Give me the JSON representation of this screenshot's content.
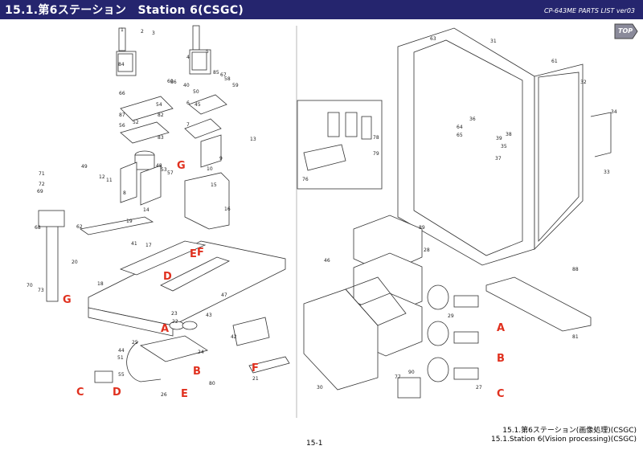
{
  "header": {
    "title": "15.1.第6ステーション　Station 6(CSGC)",
    "doc_label": "CP-643ME PARTS LIST ver03"
  },
  "top_button": {
    "label": "TOP"
  },
  "section_letters": [
    "A",
    "B",
    "C",
    "D",
    "E",
    "F",
    "G"
  ],
  "callouts": [
    "1",
    "2",
    "3",
    "4",
    "5",
    "6",
    "7",
    "8",
    "9",
    "10",
    "11",
    "12",
    "13",
    "14",
    "15",
    "16",
    "17",
    "18",
    "19",
    "20",
    "21",
    "22",
    "23",
    "24",
    "25",
    "26",
    "27",
    "28",
    "29",
    "30",
    "31",
    "32",
    "33",
    "34",
    "35",
    "36",
    "37",
    "38",
    "39",
    "40",
    "41",
    "42",
    "43",
    "44",
    "45",
    "46",
    "47",
    "48",
    "49",
    "50",
    "51",
    "52",
    "53",
    "54",
    "55",
    "56",
    "57",
    "58",
    "59",
    "60",
    "61",
    "62",
    "63",
    "64",
    "65",
    "66",
    "67",
    "68",
    "69",
    "70",
    "71",
    "72",
    "73",
    "76",
    "77",
    "78",
    "79",
    "80",
    "81",
    "82",
    "83",
    "84",
    "85",
    "86",
    "87",
    "88",
    "89",
    "90"
  ],
  "footer": {
    "page": "15-1",
    "caption_jp": "15.1.第6ステーション(画像処理)(CSGC)",
    "caption_en": "15.1.Station 6(Vision processing)(CSGC)"
  },
  "colors": {
    "header_bg": "#25256e",
    "letter_red": "#e0301e",
    "line": "#333333"
  }
}
